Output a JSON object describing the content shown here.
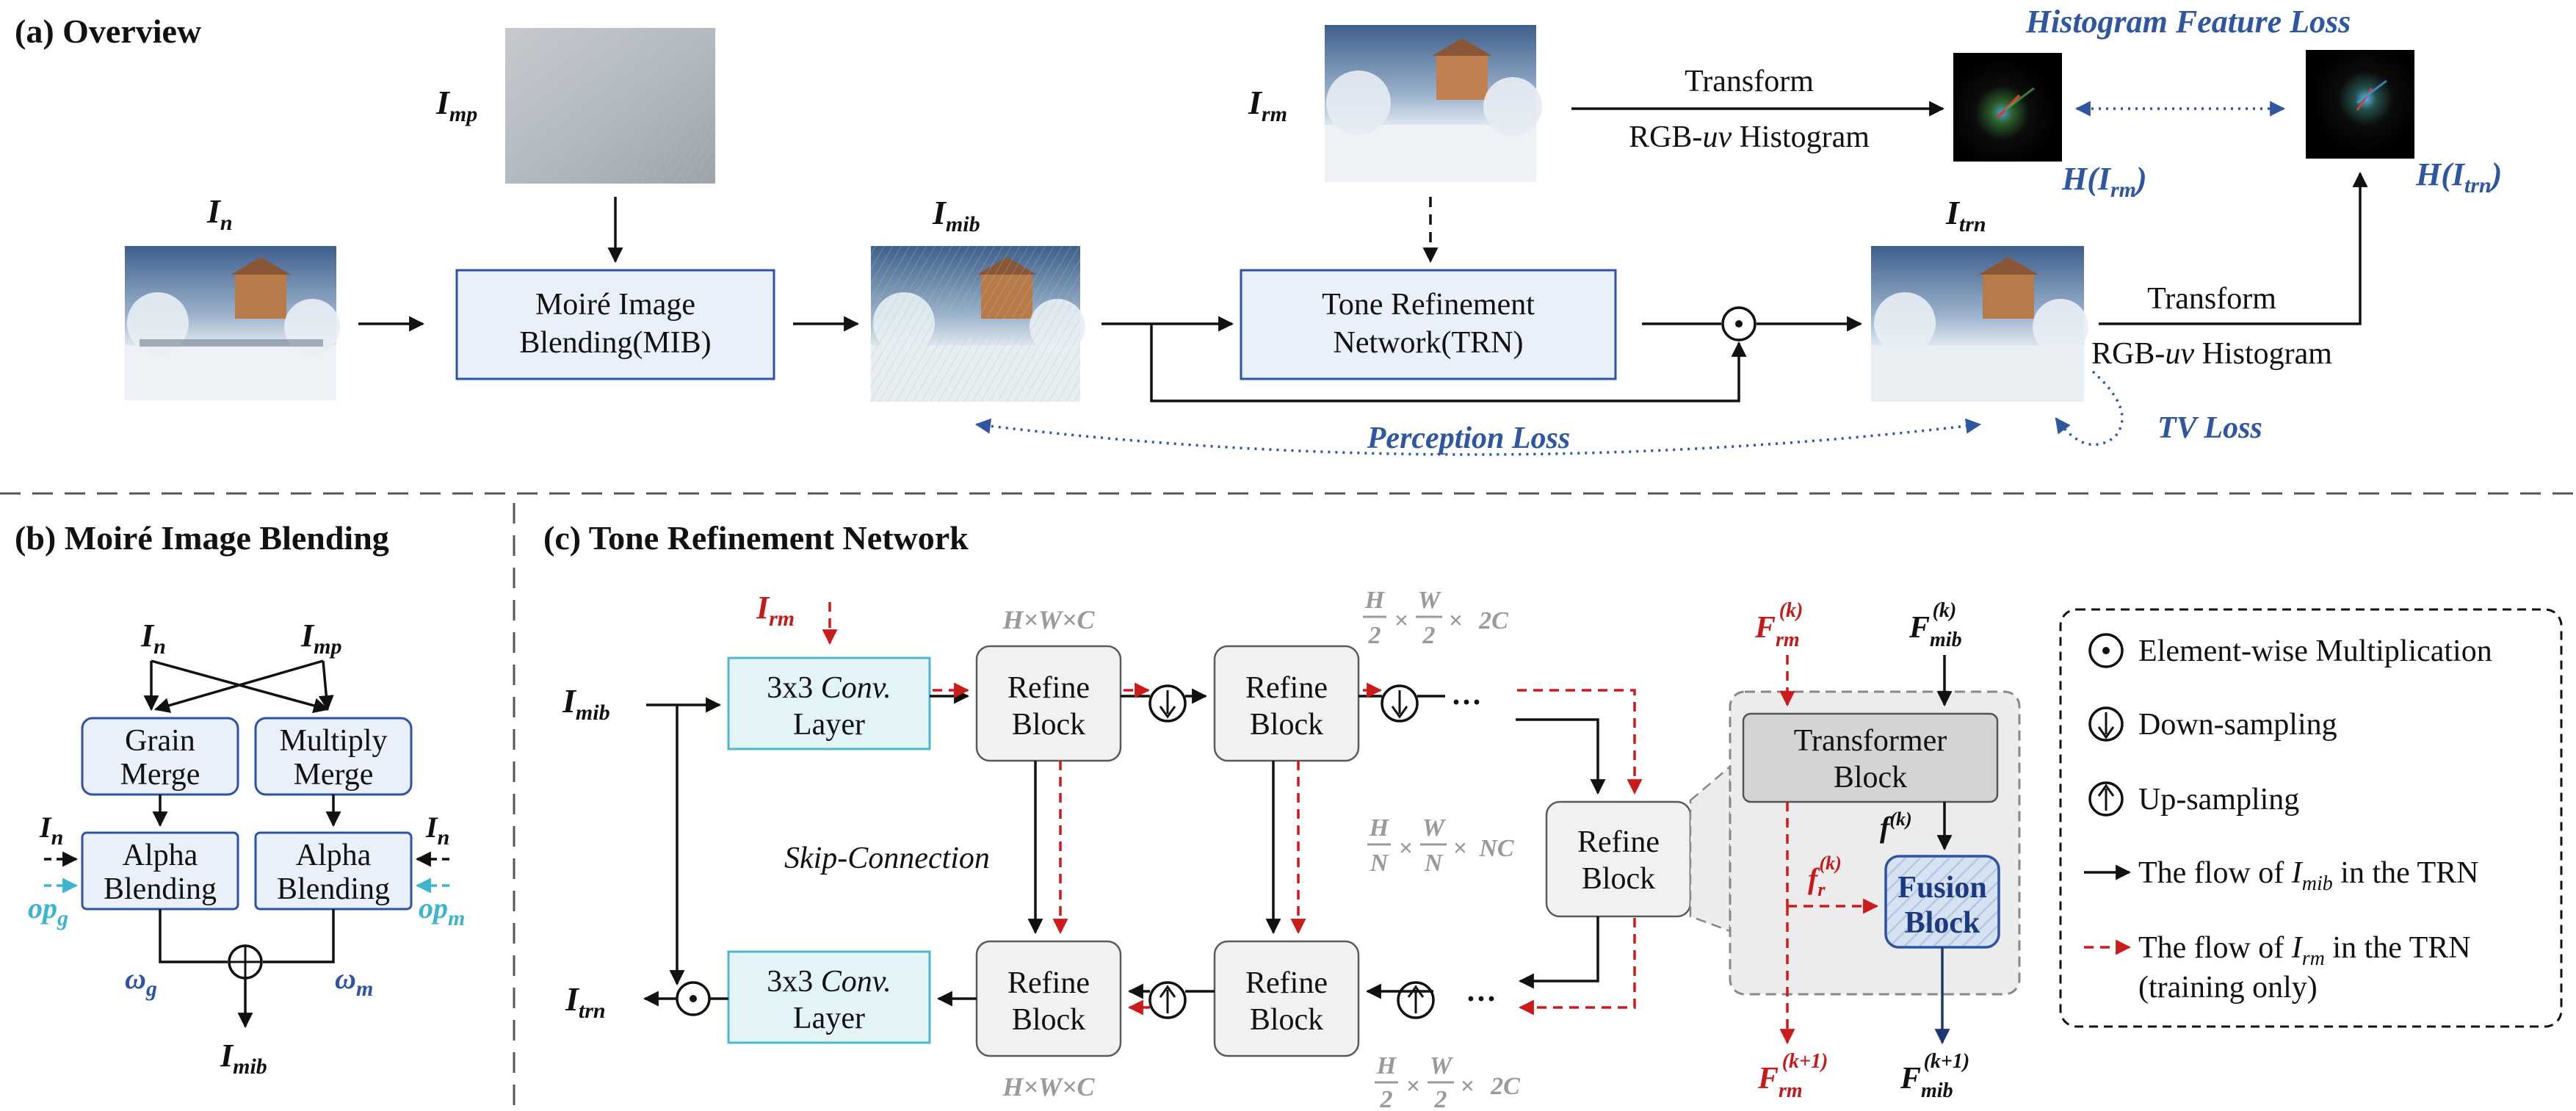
{
  "panels": {
    "a_title": "(a) Overview",
    "b_title": "(b) Moiré Image Blending",
    "c_title": "(c) Tone Refinement Network"
  },
  "overview": {
    "I_n": "I",
    "I_n_sub": "n",
    "I_mp": "I",
    "I_mp_sub": "mp",
    "I_mib": "I",
    "I_mib_sub": "mib",
    "I_rm": "I",
    "I_rm_sub": "rm",
    "I_trn": "I",
    "I_trn_sub": "trn",
    "mib_line1": "Moiré Image",
    "mib_line2": "Blending(MIB)",
    "trn_line1": "Tone Refinement",
    "trn_line2": "Network(TRN)",
    "transform1": "Transform",
    "rgbuv1_pre": "RGB-",
    "rgbuv1_it": "uv",
    "rgbuv1_post": " Histogram",
    "transform2": "Transform",
    "rgbuv2_pre": "RGB-",
    "rgbuv2_it": "uv",
    "rgbuv2_post": " Histogram",
    "hist_loss": "Histogram Feature Loss",
    "H_rm_pre": "H(I",
    "H_rm_sub": "rm",
    "H_rm_post": ")",
    "H_trn_pre": "H(I",
    "H_trn_sub": "trn",
    "H_trn_post": ")",
    "perception_loss": "Perception Loss",
    "tv_loss": "TV Loss"
  },
  "blending": {
    "I_n": "I",
    "I_n_sub": "n",
    "I_mp": "I",
    "I_mp_sub": "mp",
    "grain_1": "Grain",
    "grain_2": "Merge",
    "mult_1": "Multiply",
    "mult_2": "Merge",
    "alpha_1": "Alpha",
    "alpha_2": "Blending",
    "alpha2_1": "Alpha",
    "alpha2_2": "Blending",
    "I_n_left": "I",
    "I_n_left_sub": "n",
    "I_n_right": "I",
    "I_n_right_sub": "n",
    "op_g": "op",
    "op_g_sub": "g",
    "op_m": "op",
    "op_m_sub": "m",
    "w_g": "ω",
    "w_g_sub": "g",
    "w_m": "ω",
    "w_m_sub": "m",
    "out": "I",
    "out_sub": "mib"
  },
  "trn": {
    "I_rm": "I",
    "I_rm_sub": "rm",
    "I_mib": "I",
    "I_mib_sub": "mib",
    "I_trn": "I",
    "I_trn_sub": "trn",
    "conv_top_1": "3x3 ",
    "conv_top_it": "Conv.",
    "conv_top_2": "Layer",
    "conv_bot_1": "3x3 ",
    "conv_bot_it": "Conv.",
    "conv_bot_2": "Layer",
    "refine_1": "Refine",
    "refine_2": "Block",
    "hwc_top": "H×W×C",
    "hwc_bot": "H×W×C",
    "h2_top": "H",
    "w2_top": "W",
    "two": "2",
    "times": "×",
    "c2_top": "2C",
    "h2_bot": "H",
    "w2_bot": "W",
    "c2_bot": "2C",
    "hn": "H",
    "wn": "W",
    "nn": "N",
    "nc": "NC",
    "skip": "Skip-Connection",
    "dots": "···",
    "F_rm_k": "F",
    "F_rm_k_sub": "rm",
    "F_rm_k_sup": "(k)",
    "F_mib_k": "F",
    "F_mib_k_sub": "mib",
    "F_mib_k_sup": "(k)",
    "transformer_1": "Transformer",
    "transformer_2": "Block",
    "f_k": "f",
    "f_k_sup": "(k)",
    "f_r": "f",
    "f_r_sub": "r",
    "f_r_sup": "(k)",
    "fusion_1": "Fusion",
    "fusion_2": "Block",
    "F_rm_k1": "F",
    "F_rm_k1_sub": "rm",
    "F_rm_k1_sup": "(k+1)",
    "F_mib_k1": "F",
    "F_mib_k1_sub": "mib",
    "F_mib_k1_sup": "(k+1)"
  },
  "legend": {
    "mult": "Element-wise Multiplication",
    "down": "Down-sampling",
    "up": "Up-sampling",
    "flow_mib_pre": "The flow of ",
    "flow_mib_I": "I",
    "flow_mib_sub": "mib",
    "flow_mib_post": " in the TRN",
    "flow_rm_pre": "The flow of ",
    "flow_rm_I": "I",
    "flow_rm_sub": "rm",
    "flow_rm_post": " in the TRN",
    "training_only": "(training only)"
  },
  "colors": {
    "accent_blue": "#2d53a5",
    "training_red": "#cc1b1b",
    "cyan": "#4fb6cf"
  }
}
